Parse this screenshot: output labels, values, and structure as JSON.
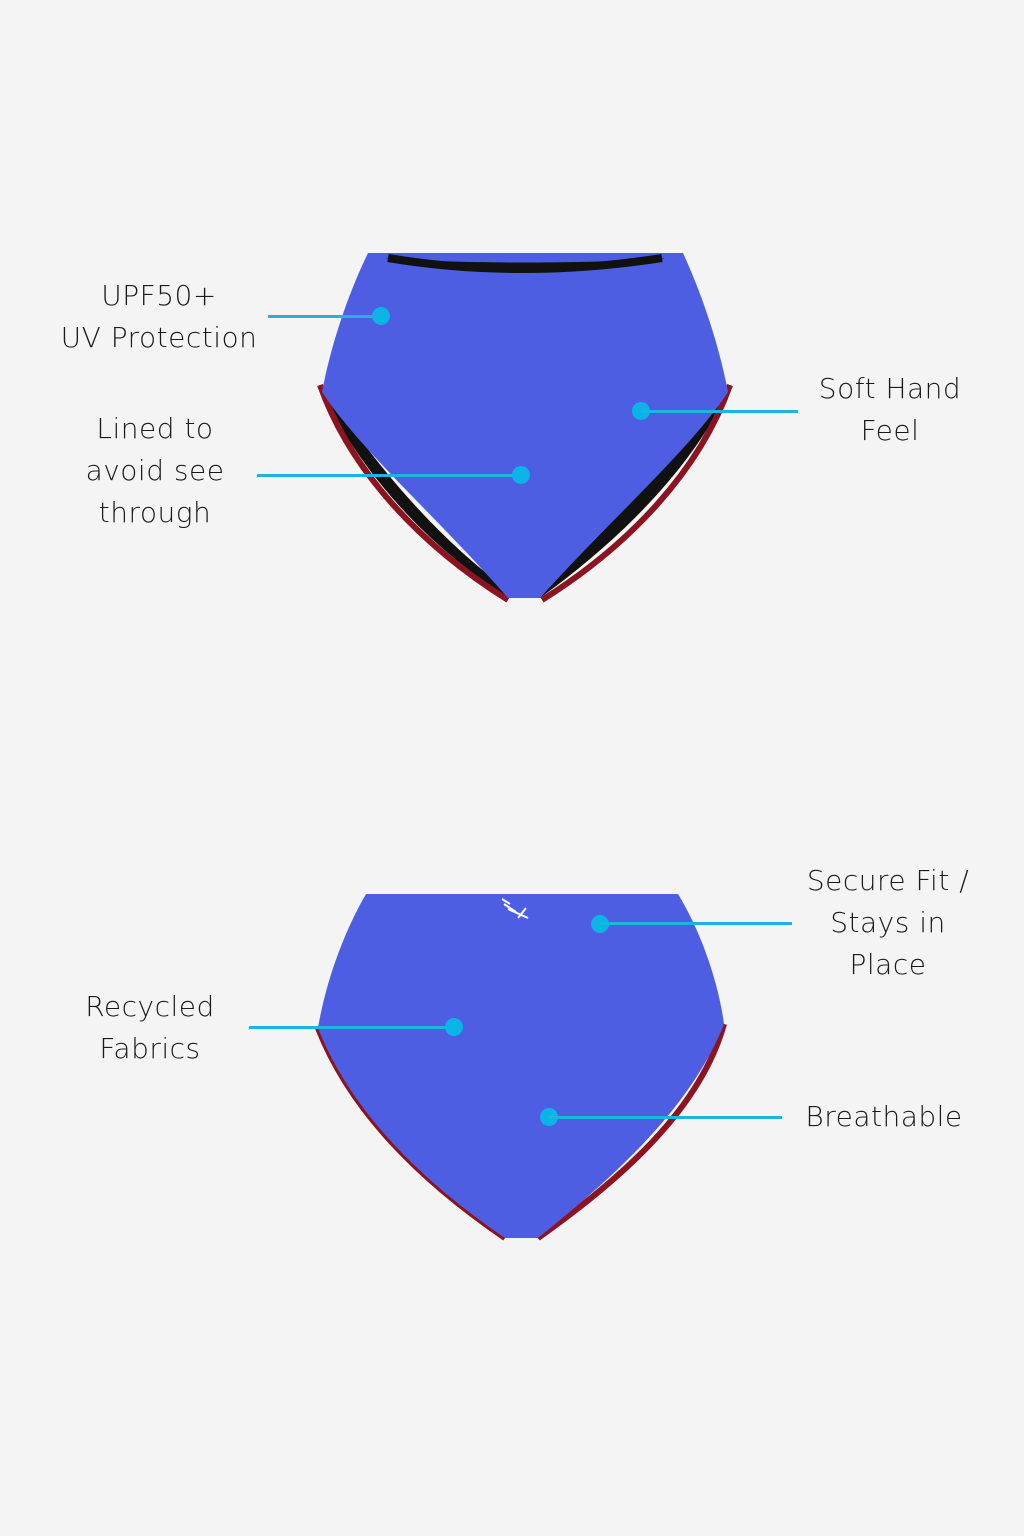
{
  "colors": {
    "background": "#f4f4f4",
    "garment_blue": "#4d5ee3",
    "trim_red": "#8b1420",
    "lining_black": "#111111",
    "callout_cyan": "#0bb4e6",
    "text": "#1a1a1a"
  },
  "front_view": {
    "name": "high-waist bikini bottom front",
    "callouts": [
      {
        "id": "upf",
        "lines": [
          "UPF50+",
          "UV Protection"
        ]
      },
      {
        "id": "lined",
        "lines": [
          "Lined to",
          "avoid see",
          "through"
        ]
      },
      {
        "id": "soft",
        "lines": [
          "Soft Hand",
          "Feel"
        ]
      }
    ]
  },
  "back_view": {
    "name": "high-waist bikini bottom back",
    "logo_icon": "brand-logo-icon",
    "callouts": [
      {
        "id": "secure",
        "lines": [
          "Secure Fit /",
          "Stays in",
          "Place"
        ]
      },
      {
        "id": "recycled",
        "lines": [
          "Recycled",
          "Fabrics"
        ]
      },
      {
        "id": "breathable",
        "lines": [
          "Breathable"
        ]
      }
    ]
  }
}
